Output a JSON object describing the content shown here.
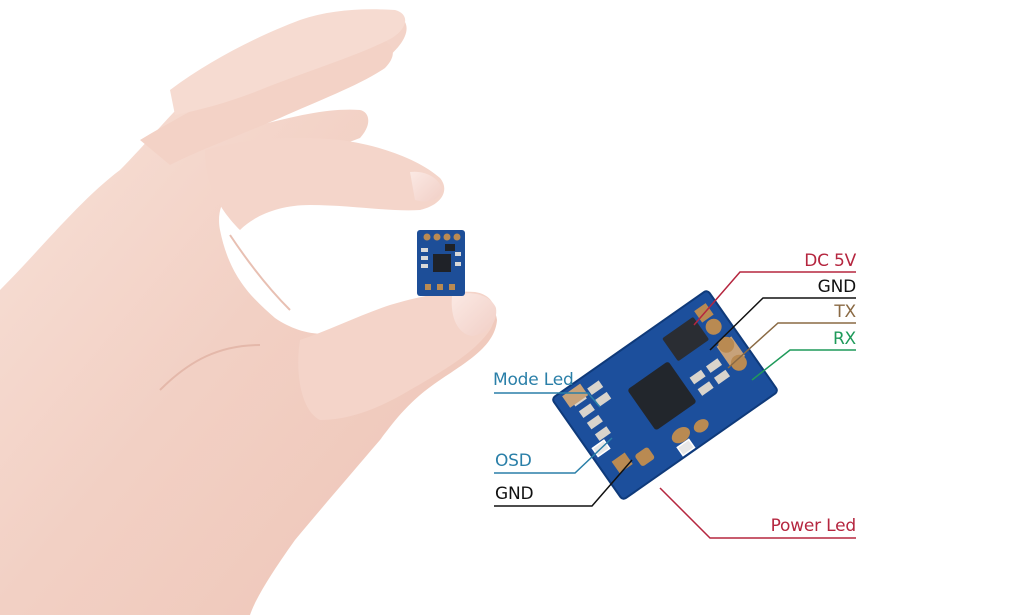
{
  "colors": {
    "background": "#ffffff",
    "skin": "#f3d3c8",
    "skin_shadow": "#e7b9ab",
    "pcb_blue": "#1c4f9c",
    "pad_gold": "#b98a52",
    "chip_black": "#22262c",
    "dc5v": "#b5263f",
    "gnd": "#111111",
    "tx": "#8a6a44",
    "rx": "#1f9a5a",
    "mode_led": "#2a7fa8",
    "osd": "#2a7fa8",
    "power_led": "#b5263f"
  },
  "labels": {
    "dc5v": "DC 5V",
    "gnd_top": "GND",
    "tx": "TX",
    "rx": "RX",
    "mode_led": "Mode Led",
    "osd": "OSD",
    "gnd_bottom": "GND",
    "power_led": "Power Led"
  }
}
